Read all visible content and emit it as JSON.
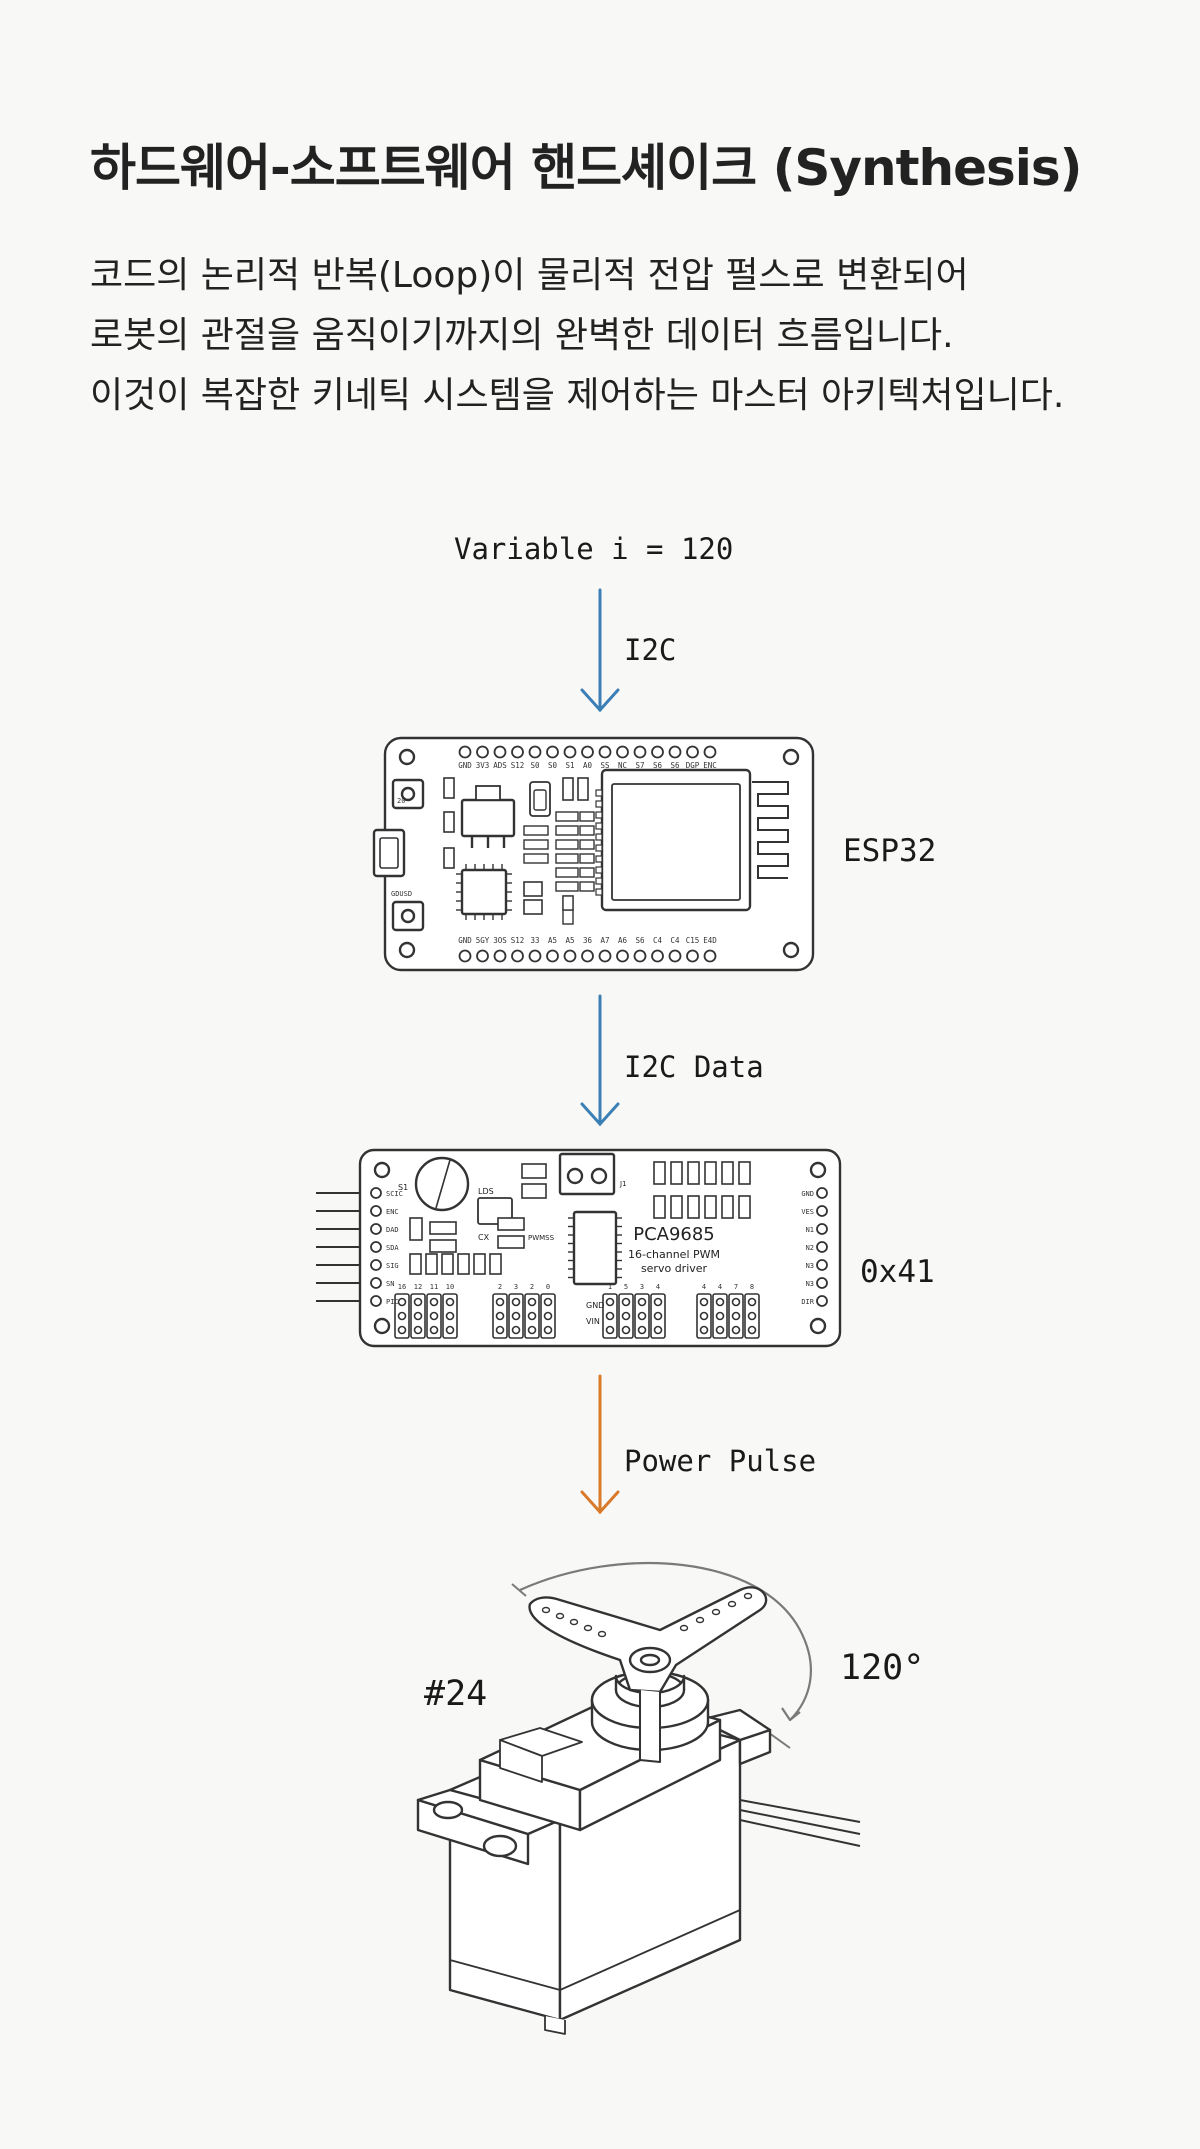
{
  "header": {
    "title": "하드웨어-소프트웨어 핸드셰이크 (Synthesis)",
    "description_lines": [
      "코드의 논리적 반복(Loop)이 물리적 전압 펄스로 변환되어",
      "로봇의 관절을 움직이기까지의 완벽한 데이터 흐름입니다.",
      "이것이 복잡한 키네틱 시스템을 제어하는 마스터 아키텍처입니다."
    ]
  },
  "flow": {
    "source_label": "Variable i = 120",
    "arrow1_label": "I2C",
    "controller_label": "ESP32",
    "arrow2_label": "I2C Data",
    "driver_label": "0x41",
    "arrow3_label": "Power Pulse",
    "servo_id_label": "#24",
    "servo_angle_label": "120°"
  },
  "esp32_board": {
    "top_pins": [
      "GND",
      "3V3",
      "ADS",
      "S12",
      "S0",
      "S0",
      "S1",
      "A0",
      "SS",
      "NC",
      "S7",
      "S6",
      "S6",
      "DGP",
      "ENC"
    ],
    "bottom_pins": [
      "GND",
      "5GY",
      "3OS",
      "S12",
      "33",
      "A5",
      "A5",
      "36",
      "A7",
      "A6",
      "S6",
      "C4",
      "C4",
      "C15",
      "E4D"
    ],
    "labels": {
      "boot": "20",
      "io0": "GDUSD"
    }
  },
  "pca_board": {
    "chip_name": "PCA9685",
    "subtitle1": "16-channel PWM",
    "subtitle2": "servo driver",
    "label_s1": "S1",
    "label_lds": "LDS",
    "label_cx": "CX",
    "label_pwm": "PWMSS",
    "label_j1": "J1",
    "left_pins": [
      "SCIC",
      "ENC",
      "DAD",
      "SDA",
      "SIG",
      "SN",
      "PIC"
    ],
    "right_pins": [
      "GND",
      "VES",
      "N1",
      "N2",
      "N3",
      "N3",
      "DIR"
    ],
    "group_labels": [
      "16",
      "12",
      "11",
      "10",
      "2",
      "3",
      "2",
      "0",
      "1",
      "5",
      "3",
      "4",
      "4",
      "4",
      "7",
      "8"
    ],
    "gnd_label": "GND",
    "vin_label": "VIN"
  },
  "colors": {
    "blue_arrow": "#3b7fb6",
    "orange_arrow": "#d97a2b",
    "line": "#333333"
  }
}
